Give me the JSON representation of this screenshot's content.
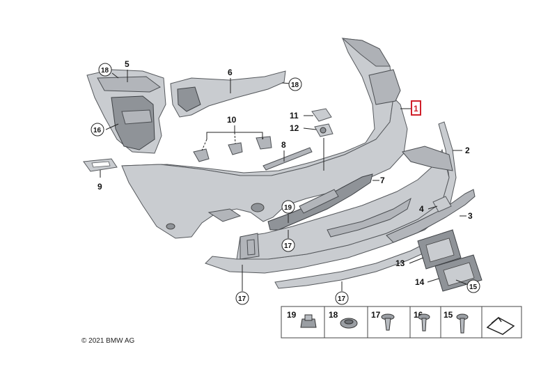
{
  "diagram": {
    "copyright": "© 2021 BMW AG",
    "callouts": {
      "n1": "1",
      "n2": "2",
      "n3": "3",
      "n4": "4",
      "n5": "5",
      "n6": "6",
      "n7": "7",
      "n8": "8",
      "n9": "9",
      "n10": "10",
      "n11": "11",
      "n12": "12",
      "n13": "13",
      "n14": "14"
    },
    "circled_refs": {
      "c18a": "18",
      "c18b": "18",
      "c16": "16",
      "c19": "19",
      "c17a": "17",
      "c17b": "17",
      "c17c": "17",
      "c15": "15"
    },
    "parts_table": {
      "cells": [
        "19",
        "18",
        "17",
        "16",
        "15"
      ]
    },
    "colors": {
      "part_fill": "#c9ccd0",
      "highlight_red": "#d0202a"
    }
  }
}
